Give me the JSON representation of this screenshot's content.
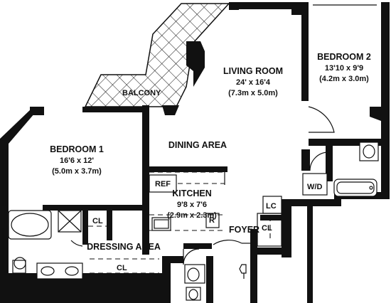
{
  "rooms": {
    "living_room": {
      "title": "LIVING ROOM",
      "dim_imperial": "24' x 16'4",
      "dim_metric": "(7.3m x 5.0m)"
    },
    "bedroom2": {
      "title": "BEDROOM 2",
      "dim_imperial": "13'10 x 9'9",
      "dim_metric": "(4.2m x 3.0m)"
    },
    "bedroom1": {
      "title": "BEDROOM 1",
      "dim_imperial": "16'6 x 12'",
      "dim_metric": "(5.0m x 3.7m)"
    },
    "kitchen": {
      "title": "KITCHEN",
      "dim_imperial": "9'8 x 7'6",
      "dim_metric": "(2.9m x 2.3m)"
    }
  },
  "labels": {
    "balcony": "BALCONY",
    "dining_area": "DINING AREA",
    "ref": "REF",
    "range": "R",
    "foyer": "FOYER",
    "dressing_area": "DRESSING AREA",
    "wd": "W/D",
    "lc": "LC",
    "cl": "CL"
  }
}
